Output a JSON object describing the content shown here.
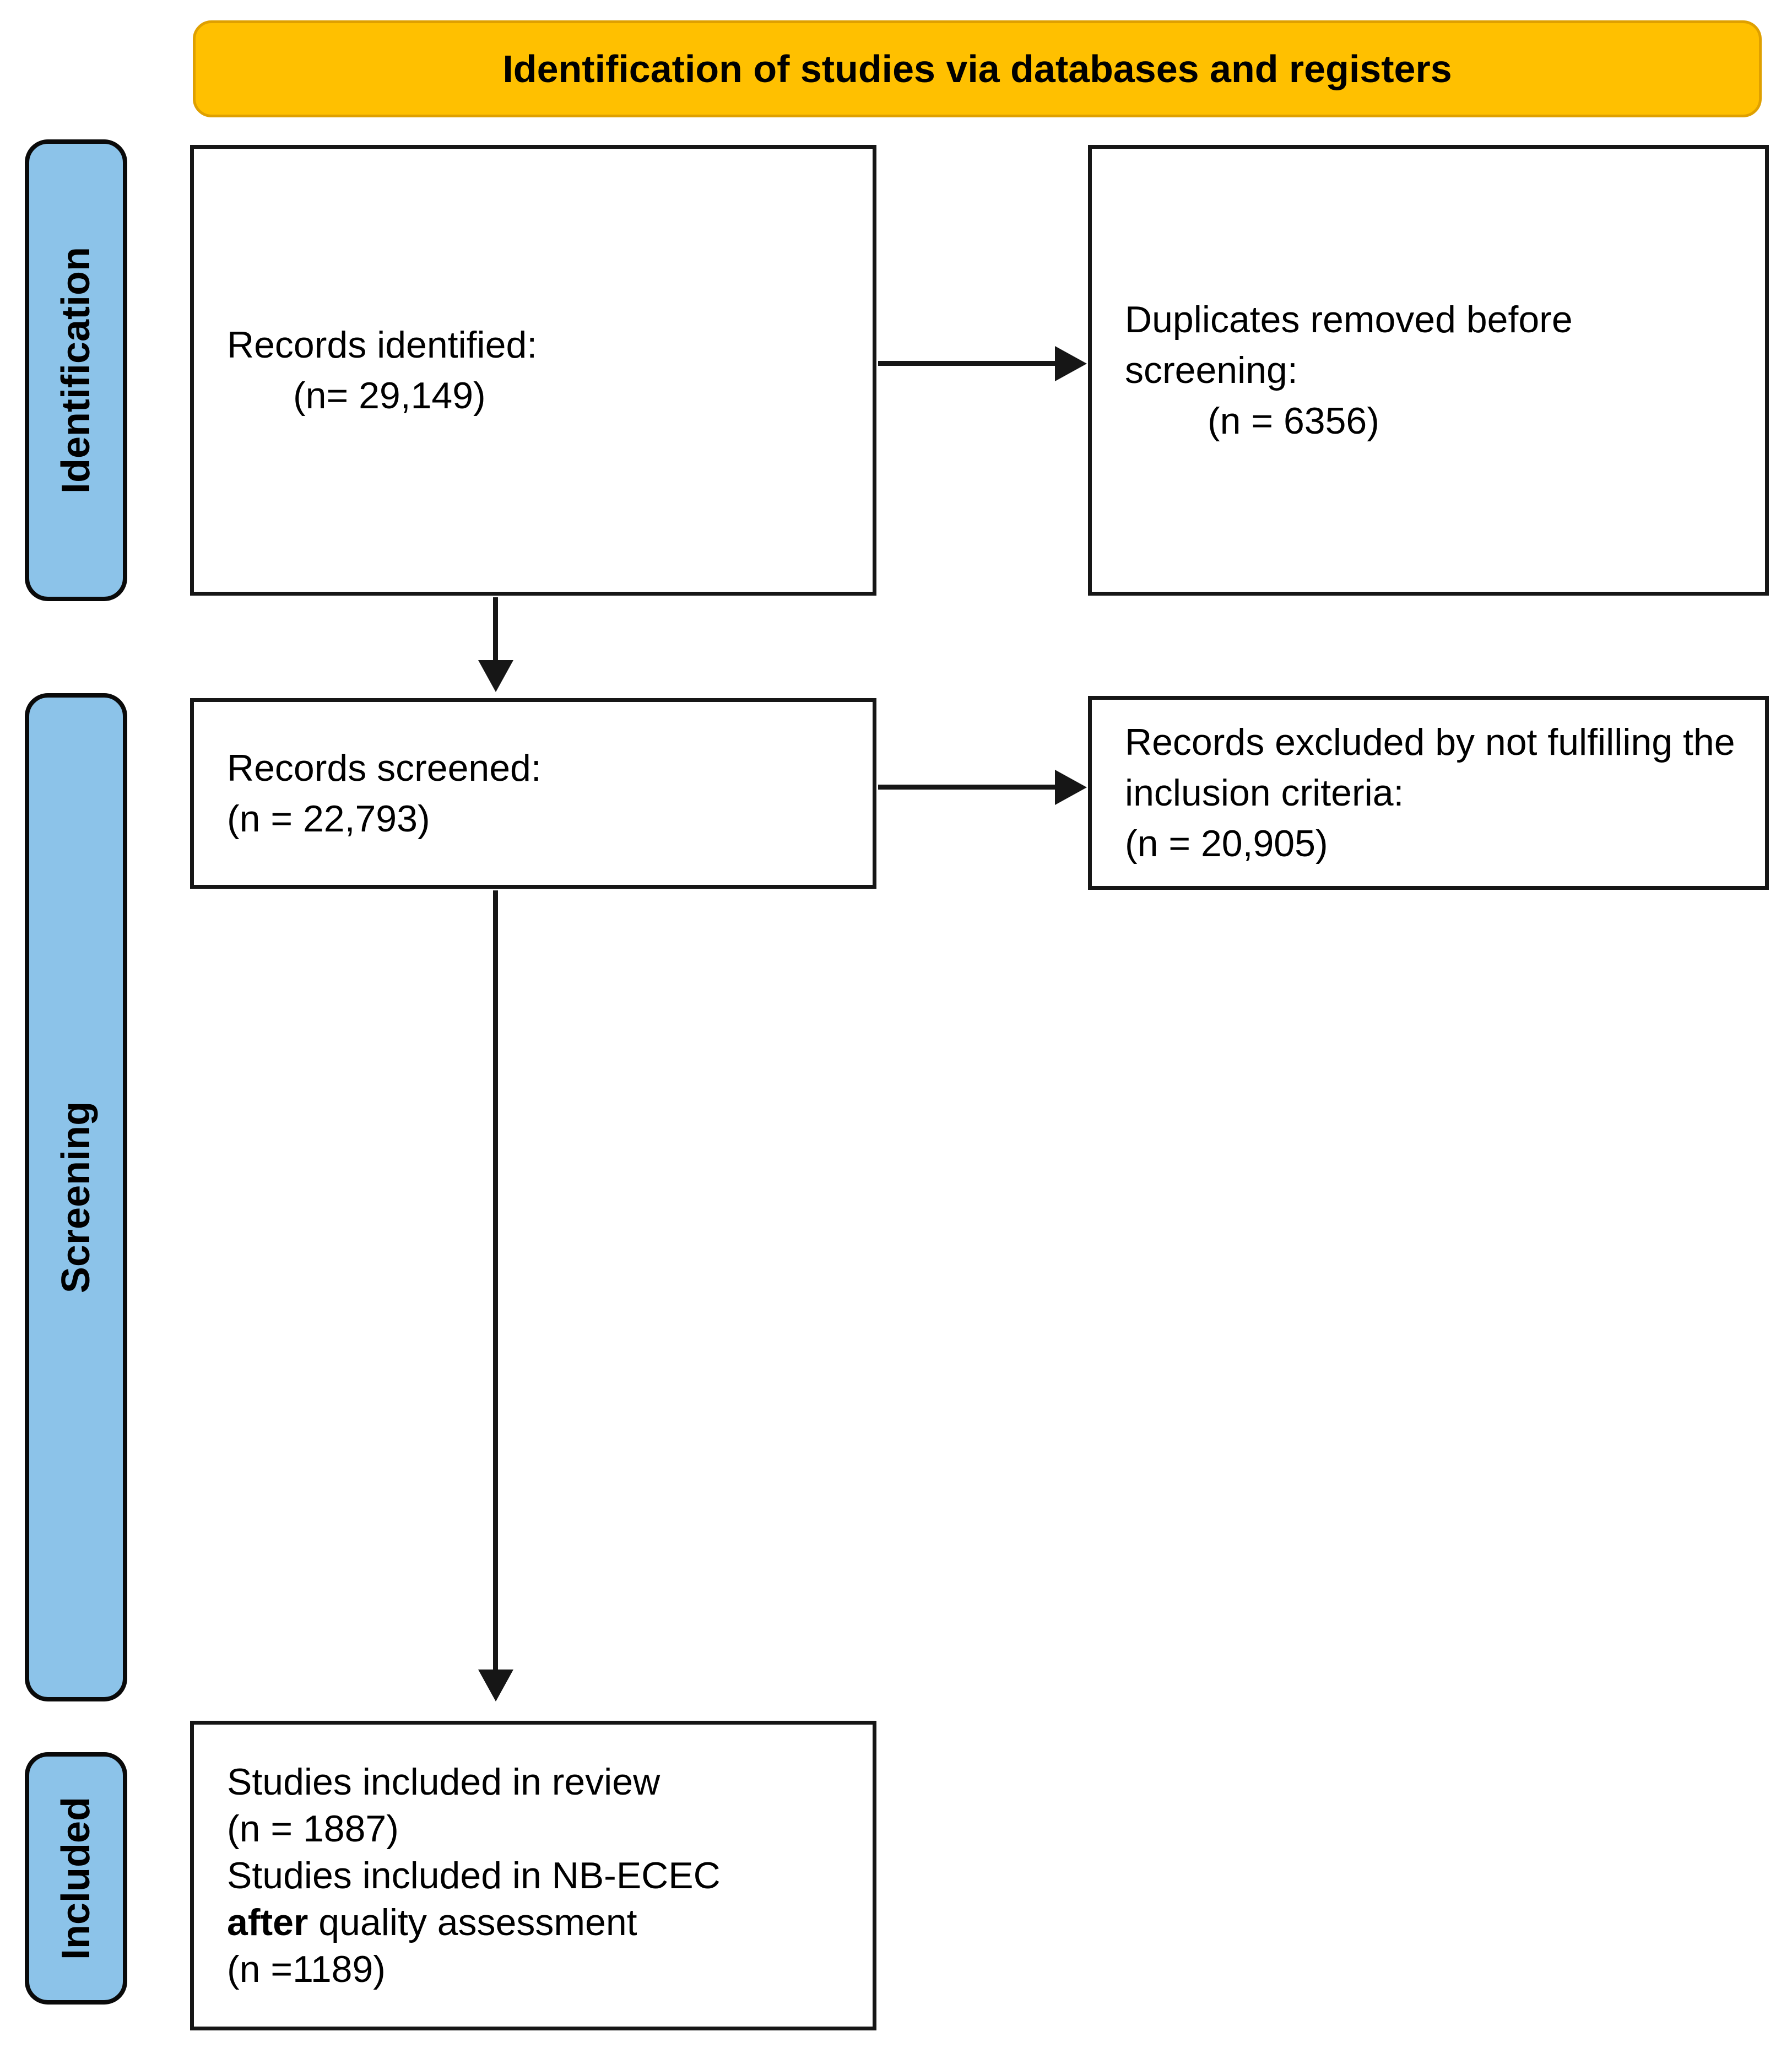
{
  "banner": {
    "label": "Identification of studies via databases and registers",
    "bg_color": "#FFC000",
    "border_color": "#DFA000"
  },
  "stages": [
    {
      "label": "Identification"
    },
    {
      "label": "Screening"
    },
    {
      "label": "Included"
    }
  ],
  "stage_style": {
    "fill_color": "#8CC3E9",
    "border_color": "#0a0a0a"
  },
  "boxes": {
    "records_identified": {
      "text": "Records identified:",
      "n": "(n= 29,149)"
    },
    "duplicates_removed": {
      "text": "Duplicates removed before screening:",
      "n": "(n = 6356)"
    },
    "records_screened": {
      "text": "Records screened:",
      "n": "(n = 22,793)"
    },
    "records_excluded": {
      "text": "Records excluded by not fulfilling the inclusion criteria:",
      "n": "(n = 20,905)"
    },
    "studies_included": {
      "line1": "Studies included in review",
      "line2": "(n = 1887)",
      "line3": "Studies included in NB-ECEC",
      "line4_bold": "after",
      "line4_rest": " quality assessment",
      "line5": "(n =1189)"
    }
  }
}
